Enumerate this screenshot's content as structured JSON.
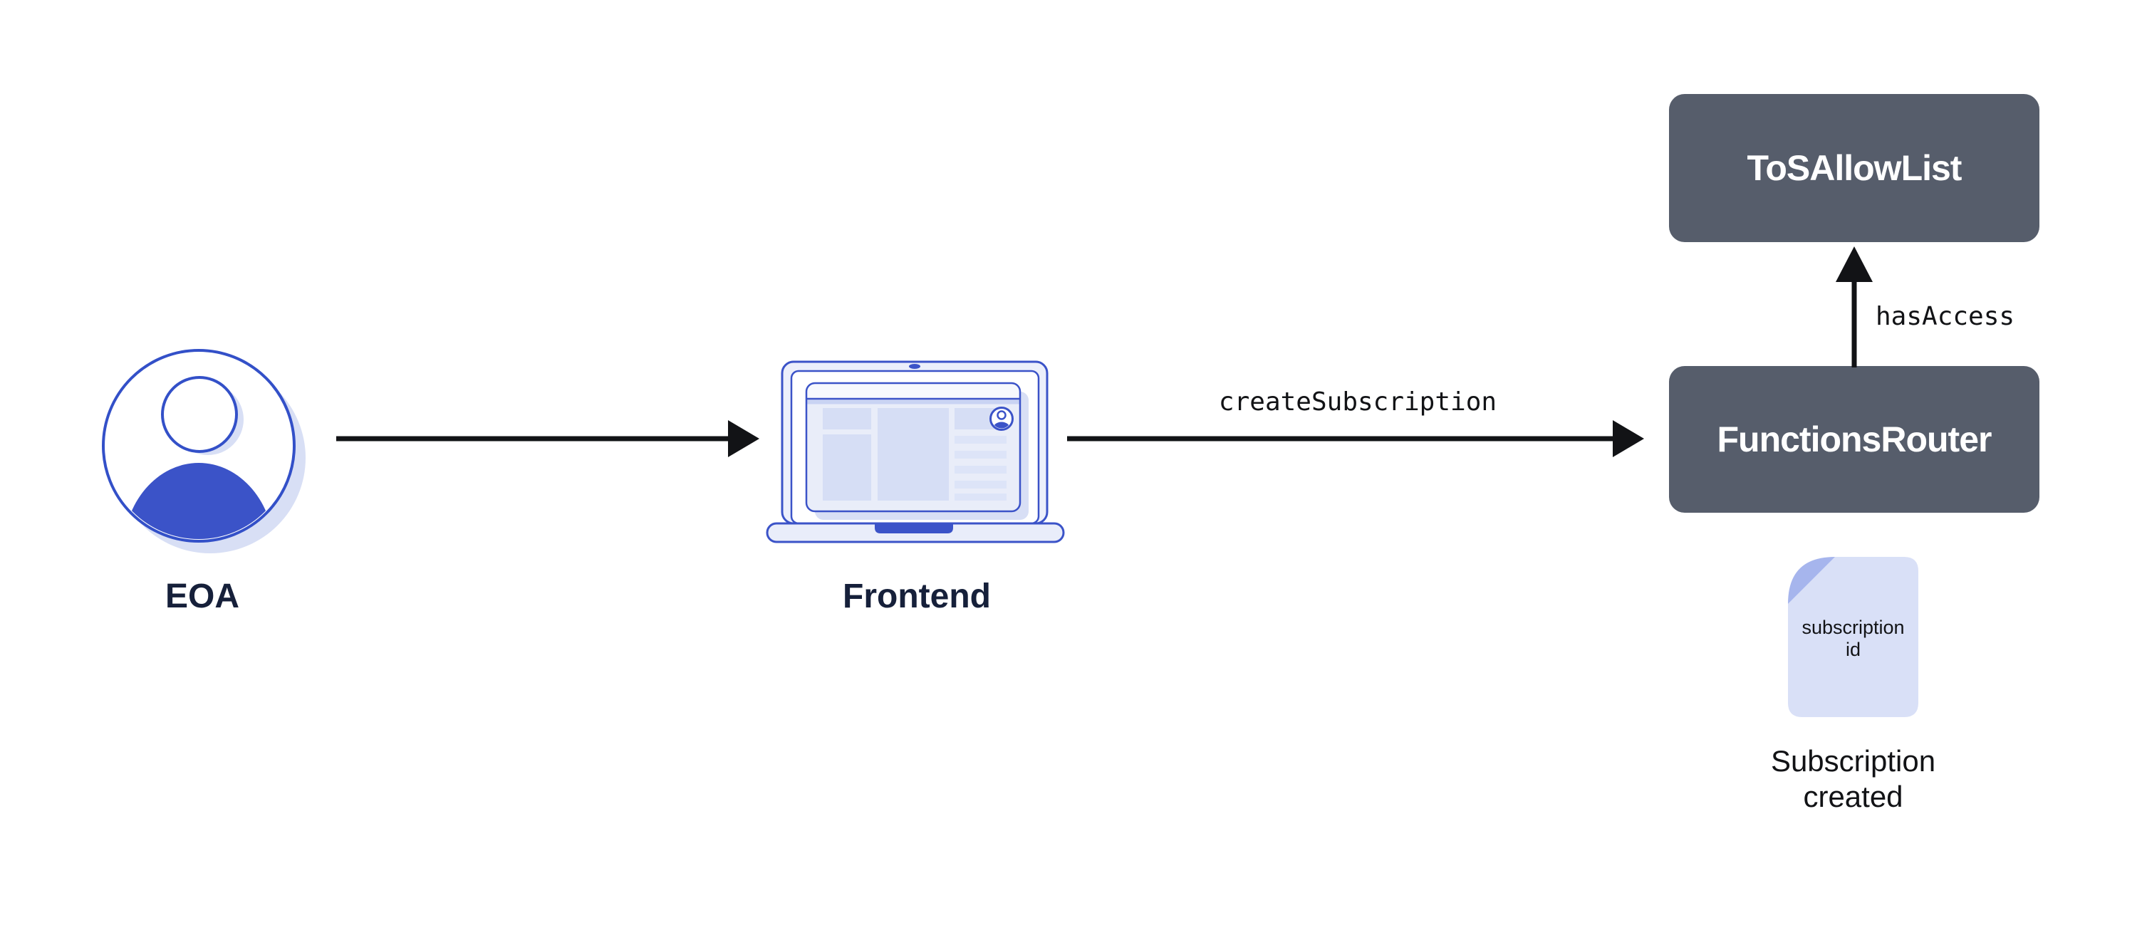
{
  "nodes": {
    "eoa": {
      "label": "EOA"
    },
    "frontend": {
      "label": "Frontend"
    },
    "tos_allow_list": {
      "label": "ToSAllowList"
    },
    "functions_router": {
      "label": "FunctionsRouter"
    }
  },
  "edges": {
    "frontend_to_router": {
      "label": "createSubscription"
    },
    "router_to_tos": {
      "label": "hasAccess"
    }
  },
  "artifact": {
    "doc_lines": [
      "subscription",
      "id"
    ],
    "caption_lines": [
      "Subscription",
      "created"
    ]
  },
  "colors": {
    "accent": "#3b53c8",
    "accent-dark": "#3350c8",
    "node-bg": "#565d6b",
    "node-text": "#ffffff",
    "label-navy": "#16203a",
    "ink": "#121316",
    "fill-light": "#eceffb",
    "fill-soft": "#e9edf9",
    "fill-block": "#d6def5",
    "fill-row": "#dde4f8",
    "shadow": "#d8dff5",
    "doc-fill": "#d9e0f7",
    "doc-fold": "#a6b5ed",
    "base-fill": "#e9edfa"
  }
}
